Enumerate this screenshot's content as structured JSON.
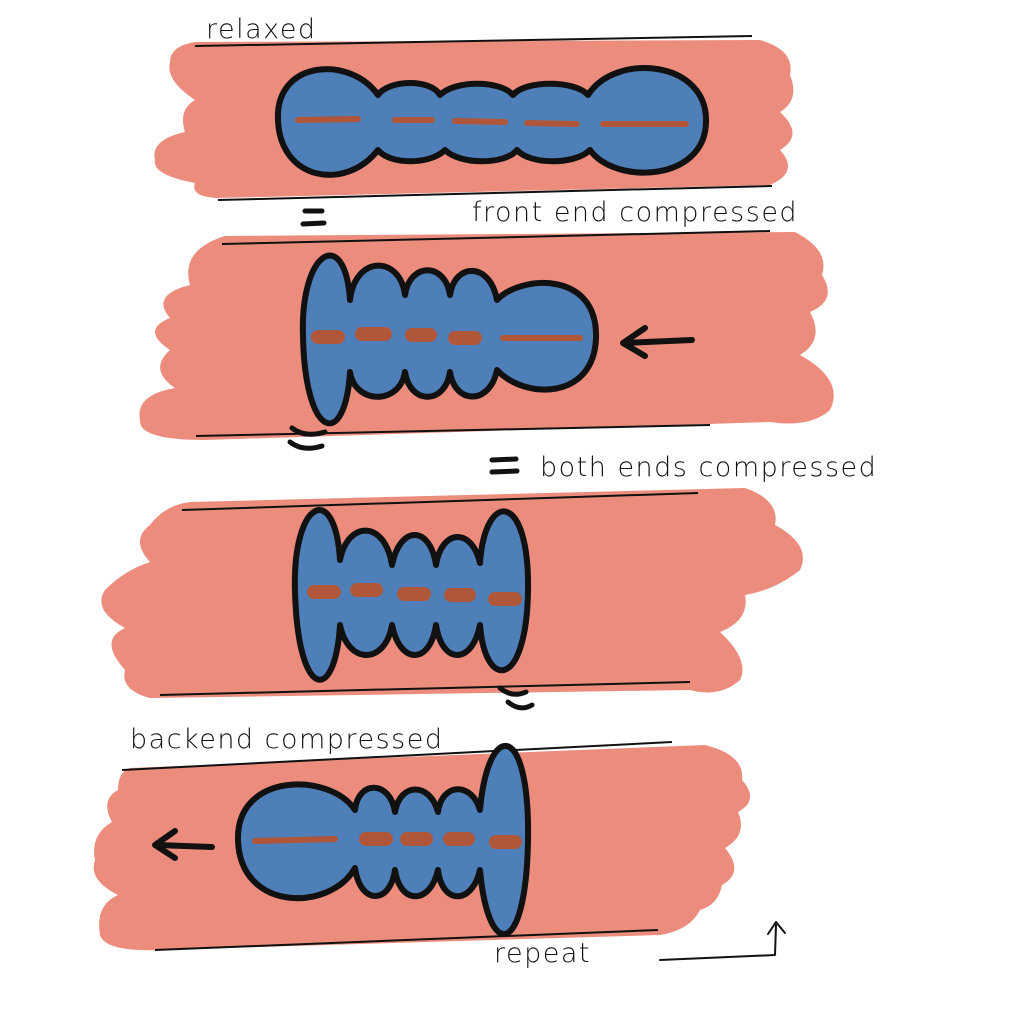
{
  "labels": {
    "relaxed": "relaxed",
    "front_end": "front end compressed",
    "both_ends": "both ends compressed",
    "back_end": "backend compressed",
    "repeat": "repeat"
  },
  "colors": {
    "muscle": "#EC8C7C",
    "body": "#4F7FB8",
    "gut": "#B0573A",
    "outline": "#111111"
  },
  "icons": {
    "arrow": "left-arrow-icon",
    "loop": "repeat-arrow-icon",
    "motion": "motion-marks-icon"
  }
}
